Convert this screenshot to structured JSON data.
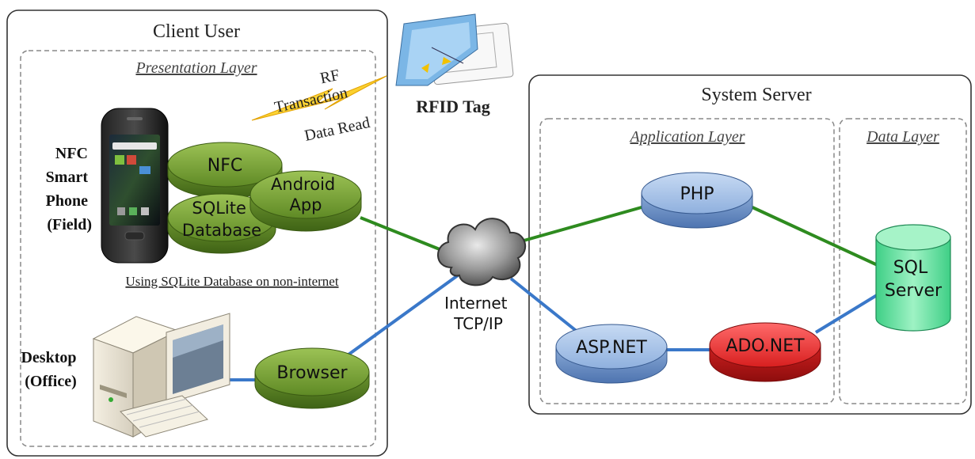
{
  "client": {
    "title": "Client User",
    "presentation_layer": "Presentation Layer",
    "note": "Using SQLite Database on non-internet",
    "phone_label": [
      "NFC",
      "Smart",
      "Phone",
      "(Field)"
    ],
    "desktop_label": [
      "Desktop",
      "(Office)"
    ],
    "nodes": {
      "nfc": [
        "NFC"
      ],
      "sqlite": [
        "SQLite",
        "Database"
      ],
      "android": [
        "Android",
        "App"
      ],
      "browser": [
        "Browser"
      ]
    }
  },
  "rf": {
    "rf_lines": [
      "RF",
      "Transaction"
    ],
    "data_read": "Data Read",
    "rfid_tag": "RFID Tag"
  },
  "network": {
    "label": [
      "Internet",
      "TCP/IP"
    ]
  },
  "server": {
    "title": "System Server",
    "application_layer": "Application Layer",
    "data_layer": "Data Layer",
    "nodes": {
      "php": [
        "PHP"
      ],
      "asp": [
        "ASP.NET"
      ],
      "ado": [
        "ADO.NET"
      ],
      "sql": [
        "SQL",
        "Server"
      ]
    }
  },
  "colors": {
    "green_link": "#2e8b1f",
    "blue_link": "#3a78c9",
    "green_node": "#7fa83a",
    "blue_node": "#9fbde6",
    "red_node": "#e23333",
    "sql_node": "#66e0a0"
  }
}
